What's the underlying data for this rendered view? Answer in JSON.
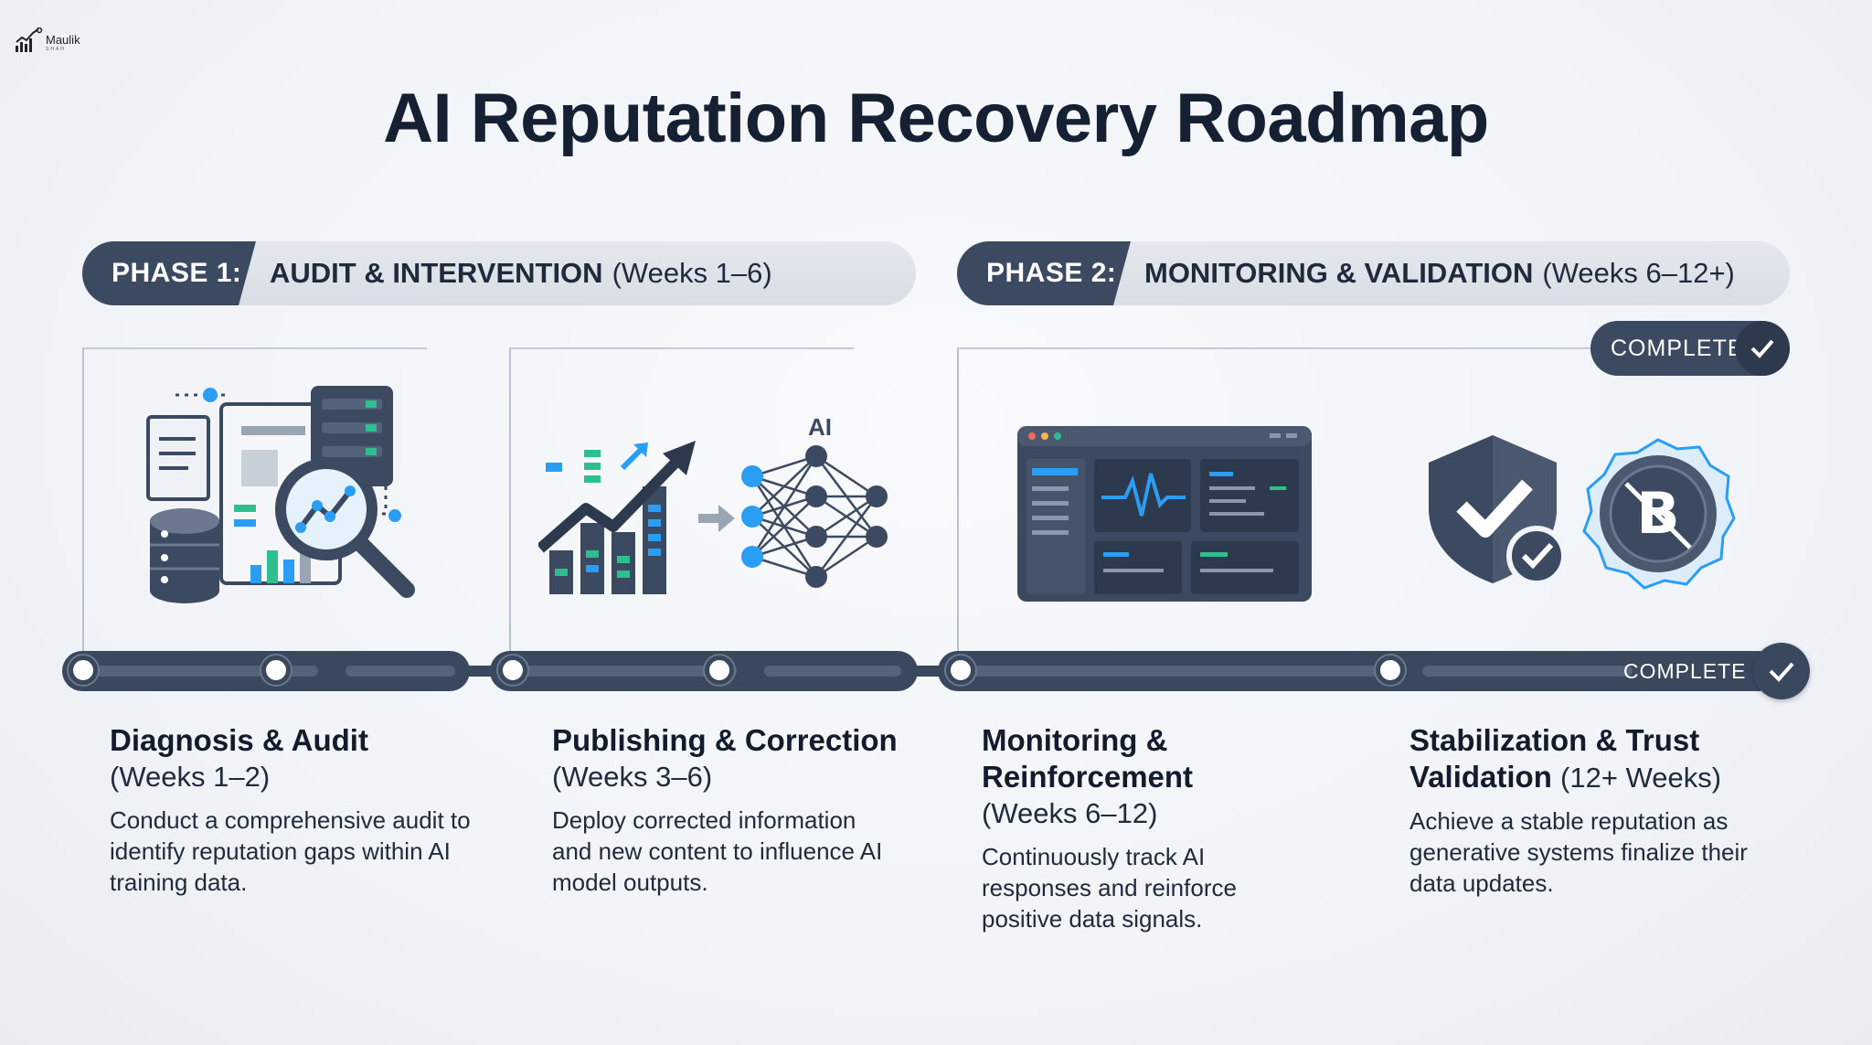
{
  "logo": {
    "brand": "Maulik",
    "sub": "SHAH"
  },
  "title": "AI Reputation Recovery Roadmap",
  "phases": [
    {
      "tag": "PHASE 1:",
      "name": "AUDIT & INTERVENTION",
      "weeks": "(Weeks 1–6)"
    },
    {
      "tag": "PHASE 2:",
      "name": "MONITORING & VALIDATION",
      "weeks": "(Weeks 6–12+)"
    }
  ],
  "badges": {
    "card_complete": "COMPLETE",
    "timeline_complete": "COMPLETE"
  },
  "ai_label": "AI",
  "steps": [
    {
      "name": "Diagnosis & Audit",
      "weeks": "(Weeks 1–2)",
      "description": "Conduct a comprehensive audit to identify reputation gaps within AI training data."
    },
    {
      "name": "Publishing & Correction",
      "weeks": "(Weeks 3–6)",
      "description": "Deploy corrected information and new content to influence AI model outputs."
    },
    {
      "name": "Monitoring & Reinforcement",
      "weeks": "(Weeks 6–12)",
      "description": "Continuously track AI responses and reinforce positive data signals."
    },
    {
      "name_line1": "Stabilization & Trust",
      "name_line2": "Validation",
      "weeks": "(12+ Weeks)",
      "description": "Achieve a stable reputation as generative systems finalize their data updates."
    }
  ],
  "icons": [
    "chart-logo-icon",
    "document-audit-icon",
    "magnifier-icon",
    "database-icon",
    "growth-chart-icon",
    "neural-network-icon",
    "monitoring-dashboard-icon",
    "shield-check-icon",
    "trust-seal-icon",
    "checkmark-icon"
  ],
  "colors": {
    "navy": "#3b4a60",
    "accent_blue": "#2a9df4",
    "accent_green": "#2fbf8f",
    "text": "#162033"
  }
}
